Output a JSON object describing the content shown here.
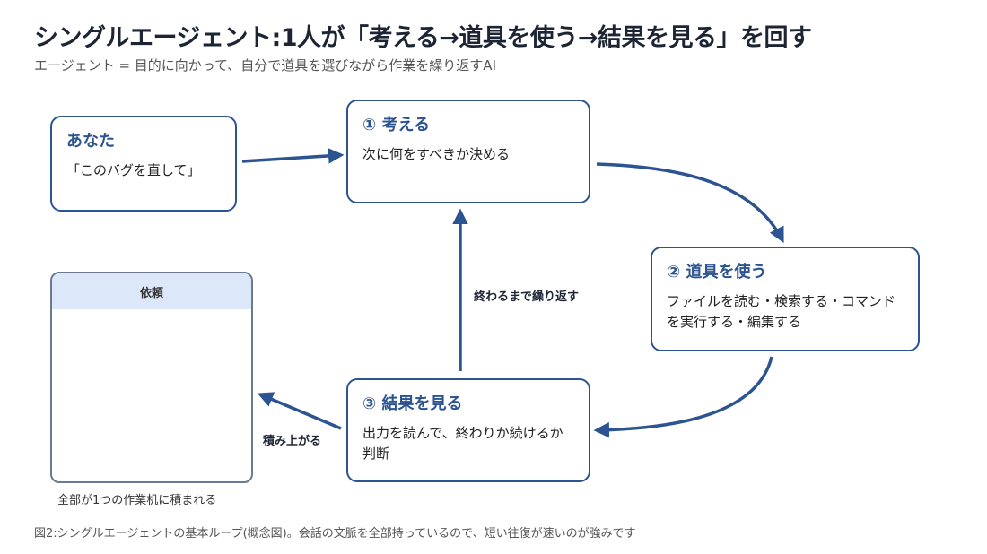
{
  "title": "シングルエージェント:1人が「考える→道具を使う→結果を見る」を回す",
  "subtitle": "エージェント = 目的に向かって、自分で道具を選びながら作業を繰り返すAI",
  "nodes": {
    "you": {
      "title": "あなた",
      "desc": "「このバグを直して」"
    },
    "think": {
      "title": "① 考える",
      "desc": "次に何をすべきか決める"
    },
    "tools": {
      "title": "② 道具を使う",
      "desc": "ファイルを読む・検索する・コマンドを実行する・編集する"
    },
    "result": {
      "title": "③ 結果を見る",
      "desc": "出力を読んで、終わりか続けるか判断"
    }
  },
  "desk": {
    "header": "依頼",
    "caption": "全部が1つの作業机に積まれる"
  },
  "edge_labels": {
    "repeat": "終わるまで繰り返す",
    "stack": "積み上がる"
  },
  "footnote": "図2:シングルエージェントの基本ループ(概念図)。会話の文脈を全部持っているので、短い往復が速いのが強みです",
  "colors": {
    "accent": "#2c5491",
    "desk_header": "#dce8fa",
    "desk_border": "#6b7a91"
  }
}
